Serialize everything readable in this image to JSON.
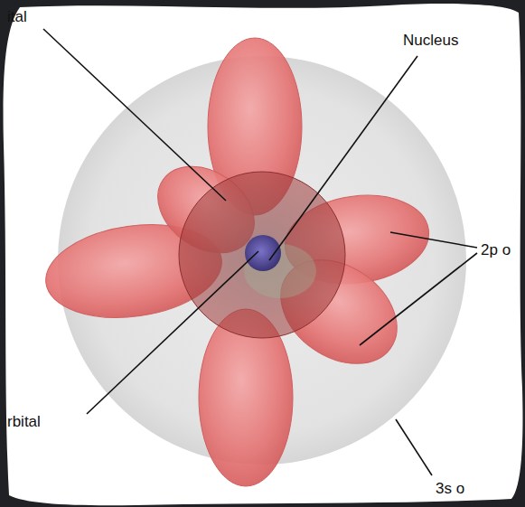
{
  "diagram": {
    "labels": [
      "ital",
      "Nucleus",
      "2p o",
      "rbital",
      "3s o"
    ]
  }
}
